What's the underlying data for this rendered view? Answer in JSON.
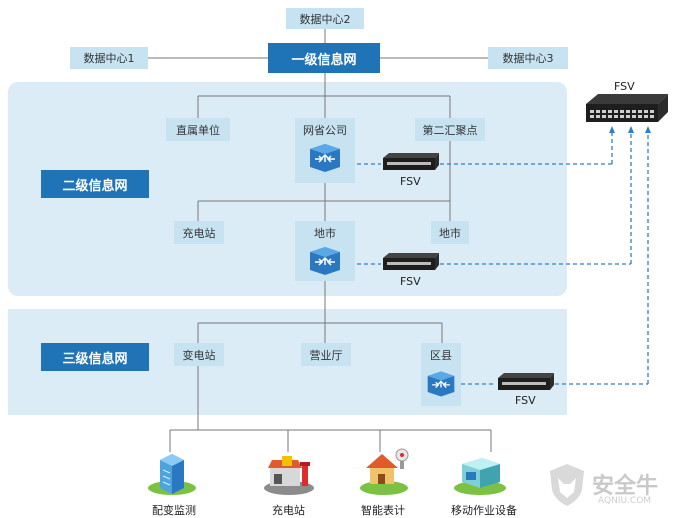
{
  "top": {
    "dc2": "数据中心2",
    "dc1": "数据中心1",
    "dc3": "数据中心3",
    "level1": "一级信息网"
  },
  "level2": {
    "title": "二级信息网",
    "direct": "直属单位",
    "provincial": "网省公司",
    "hub2": "第二汇聚点",
    "charging": "充电站",
    "city": "地市",
    "city_right": "地市"
  },
  "level3": {
    "title": "三级信息网",
    "substation": "变电站",
    "business_hall": "营业厅",
    "county": "区县"
  },
  "endpoints": [
    {
      "label": "配变监测",
      "icon": "building-icon"
    },
    {
      "label": "充电站",
      "icon": "charging-station-icon"
    },
    {
      "label": "智能表计",
      "icon": "smart-meter-house-icon"
    },
    {
      "label": "移动作业设备",
      "icon": "mobile-device-icon"
    }
  ],
  "fsv": {
    "label_main": "FSV",
    "label_provincial": "FSV",
    "label_city": "FSV",
    "label_county": "FSV"
  },
  "watermark": {
    "brand": "安全牛",
    "sub": "AQNIU.COM"
  },
  "colors": {
    "band": "#dcecf7",
    "light_box": "#c7e3f2",
    "dark_box": "#1f73b7",
    "dashed_link": "#2f7fc8",
    "line": "#777777"
  }
}
